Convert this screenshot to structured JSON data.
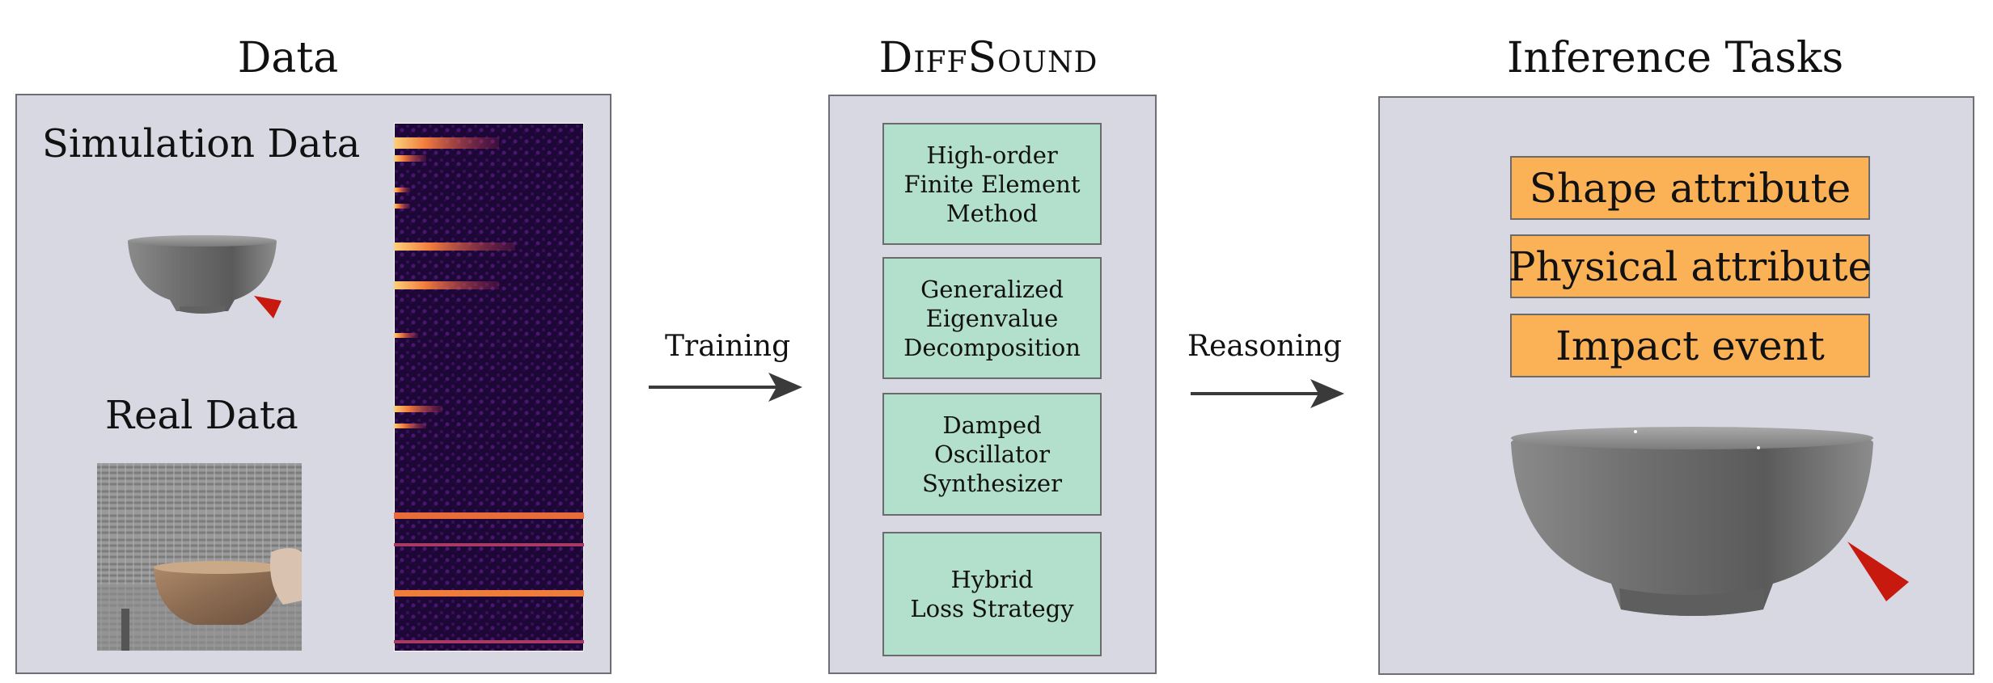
{
  "data_section": {
    "heading": "Data",
    "simulation_label": "Simulation Data",
    "real_label": "Real Data"
  },
  "method_section": {
    "heading": "DiffSound",
    "modules": [
      {
        "lines": [
          "High-order",
          "Finite Element",
          "Method"
        ]
      },
      {
        "lines": [
          "Generalized",
          "Eigenvalue",
          "Decomposition"
        ]
      },
      {
        "lines": [
          "Damped",
          "Oscillator",
          "Synthesizer"
        ]
      },
      {
        "lines": [
          "Hybrid",
          "Loss Strategy"
        ]
      }
    ]
  },
  "tasks_section": {
    "heading": "Inference Tasks",
    "tasks": [
      "Shape attribute",
      "Physical attribute",
      "Impact event"
    ]
  },
  "arrows": {
    "training_label": "Training",
    "reasoning_label": "Reasoning"
  },
  "colors": {
    "panel_bg": "#d8d8e2",
    "module_bg": "#b3dfcd",
    "task_bg": "#fbb257",
    "impact_marker": "#c8190f",
    "spectrogram_bg": "#1c0736"
  },
  "icons": {
    "bowl": "bowl-icon",
    "impact_marker": "impact-marker-icon",
    "spectrogram": "spectrogram-image",
    "photo": "real-bowl-photo"
  }
}
